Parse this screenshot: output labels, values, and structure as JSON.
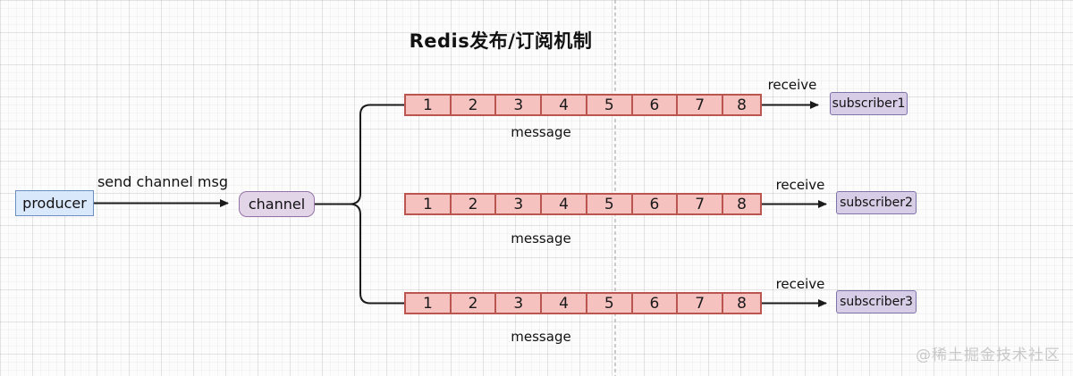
{
  "title": "Redis发布/订阅机制",
  "producer": {
    "label": "producer"
  },
  "send_arrow": {
    "label": "send channel msg"
  },
  "channel": {
    "label": "channel"
  },
  "rows": [
    {
      "cells": [
        "1",
        "2",
        "3",
        "4",
        "5",
        "6",
        "7",
        "8"
      ],
      "message": "message",
      "receive": "receive",
      "subscriber": "subscriber1"
    },
    {
      "cells": [
        "1",
        "2",
        "3",
        "4",
        "5",
        "6",
        "7",
        "8"
      ],
      "message": "message",
      "receive": "receive",
      "subscriber": "subscriber2"
    },
    {
      "cells": [
        "1",
        "2",
        "3",
        "4",
        "5",
        "6",
        "7",
        "8"
      ],
      "message": "message",
      "receive": "receive",
      "subscriber": "subscriber3"
    }
  ],
  "watermark": "@稀土掘金技术社区",
  "colors": {
    "producer_fill": "#dae8fc",
    "producer_border": "#6c8ebf",
    "channel_fill": "#e1d5e7",
    "channel_border": "#9673a6",
    "queue_fill": "#f6c2c0",
    "queue_border": "#bb5550",
    "subscriber_fill": "#d7cde6",
    "subscriber_border": "#7f74a8",
    "arrow": "#1a1a1a",
    "divider": "#a6a6a6",
    "watermark": "#c9c9c9"
  }
}
